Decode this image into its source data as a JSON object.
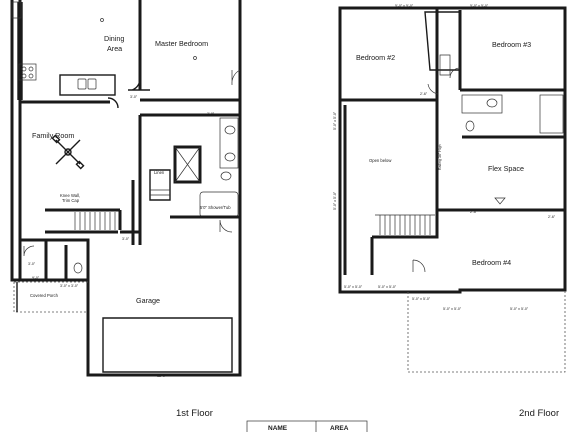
{
  "floors": {
    "first": {
      "label": "1st Floor",
      "rooms": {
        "dining": "Dining",
        "dining_line2": "Area",
        "master_bedroom": "Master Bedroom",
        "family_room": "Family Room",
        "linen": "Linen",
        "shower_tub": "5'0\" Shower/Tub",
        "garage": "Garage",
        "covered_porch": "Covered Porch",
        "knee_wall": "Knee Wall,",
        "knee_wall_line2": "Trim Cap"
      },
      "dimensions": {
        "garage_width": "18'-0\"",
        "porch_a": "9'-0\"",
        "porch_b": "3'-0\" x 3'-0\"",
        "opening_a": "3'-0\"",
        "opening_b": "3'-0\"",
        "opening_c": "3'-0\"",
        "closet": "3'-0\""
      }
    },
    "second": {
      "label": "2nd Floor",
      "rooms": {
        "bedroom2": "Bedroom #2",
        "bedroom3": "Bedroom #3",
        "open_below": "Open below",
        "flex_space": "Flex Space",
        "bedroom4": "Bedroom #4",
        "rail_note": "Railing 36\" High"
      },
      "dimensions": {
        "top_a": "5'-0\" x 5'-0\"",
        "top_b": "5'-0\" x 5'-0\"",
        "left_side_a": "5'-0\" x 5'-0\"",
        "left_side_b": "5'-0\" x 5'-0\"",
        "bottom_a": "5'-0\" x 5'-0\"",
        "bottom_b": "5'-0\" x 5'-0\"",
        "bottom_c": "5'-0\" x 5'-0\"",
        "bottom_d": "5'-0\" x 5'-0\"",
        "bottom_e": "5'-0\" x 5'-0\"",
        "flex_door": "2'-6\"",
        "bed4_door": "2'-6\"",
        "open_door": "2'-6\""
      }
    }
  },
  "area_table": {
    "headers": [
      "NAME",
      "AREA"
    ]
  },
  "colors": {
    "line": "#1a1a1a",
    "background": "#ffffff"
  }
}
